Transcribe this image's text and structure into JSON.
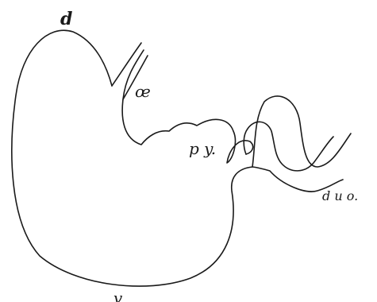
{
  "figure": {
    "labels": {
      "fundus": "d",
      "oesophagus": "œ",
      "pylorus": "p y.",
      "duodenum": "d u o.",
      "bottom": "v"
    }
  }
}
